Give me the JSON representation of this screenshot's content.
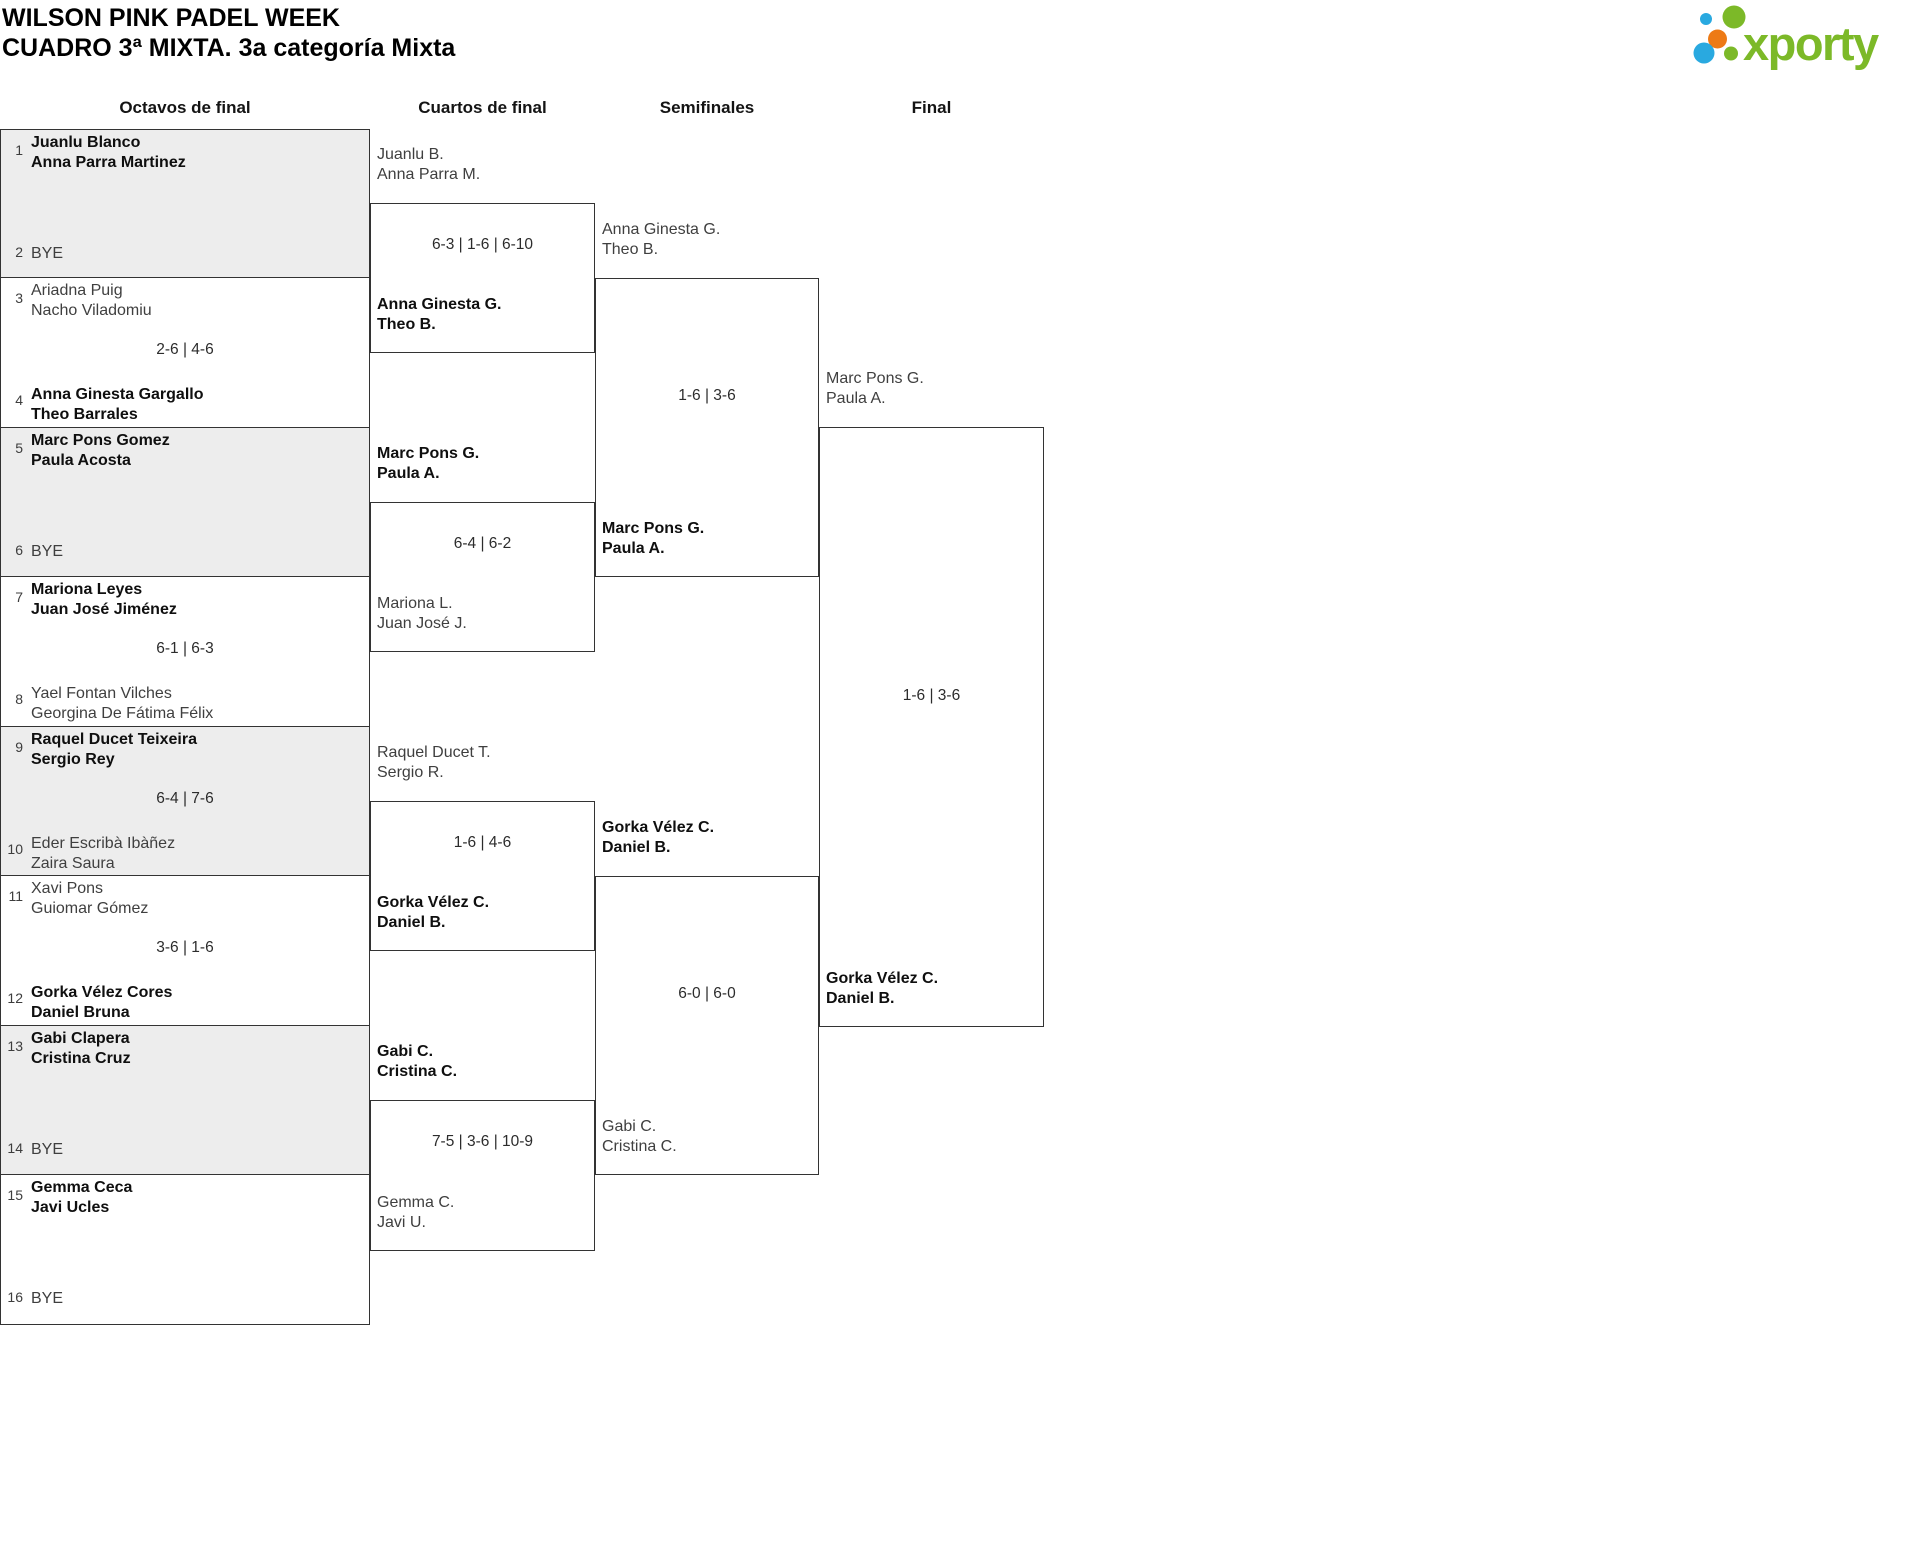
{
  "header": {
    "title": "WILSON PINK PADEL WEEK",
    "subtitle": "CUADRO 3ª MIXTA. 3a categoría Mixta"
  },
  "logo": {
    "text": "xporty"
  },
  "colors": {
    "brand_green": "#7CB928",
    "dot_blue": "#29A9E0",
    "dot_orange": "#ED7A15",
    "bye_box_fill": "#EDEDED",
    "line": "#333333"
  },
  "columns": [
    "Octavos de final",
    "Cuartos de final",
    "Semifinales",
    "Final"
  ],
  "round1": [
    {
      "shaded": true,
      "top": {
        "seed": "1",
        "name": "Juanlu Blanco\nAnna Parra Martinez",
        "winner": true
      },
      "score": "",
      "bottom": {
        "seed": "2",
        "name": "BYE",
        "winner": false
      }
    },
    {
      "shaded": false,
      "top": {
        "seed": "3",
        "name": "Ariadna Puig\nNacho Viladomiu",
        "winner": false
      },
      "score": "2-6 | 4-6",
      "bottom": {
        "seed": "4",
        "name": "Anna Ginesta Gargallo\nTheo Barrales",
        "winner": true
      }
    },
    {
      "shaded": true,
      "top": {
        "seed": "5",
        "name": "Marc Pons Gomez\nPaula Acosta",
        "winner": true
      },
      "score": "",
      "bottom": {
        "seed": "6",
        "name": "BYE",
        "winner": false
      }
    },
    {
      "shaded": false,
      "top": {
        "seed": "7",
        "name": "Mariona Leyes\nJuan José Jiménez",
        "winner": true
      },
      "score": "6-1 | 6-3",
      "bottom": {
        "seed": "8",
        "name": "Yael Fontan Vilches\nGeorgina De Fátima Félix",
        "winner": false
      }
    },
    {
      "shaded": true,
      "top": {
        "seed": "9",
        "name": "Raquel Ducet Teixeira\nSergio Rey",
        "winner": true
      },
      "score": "6-4 | 7-6",
      "bottom": {
        "seed": "10",
        "name": "Eder Escribà Ibàñez\nZaira Saura",
        "winner": false
      }
    },
    {
      "shaded": false,
      "top": {
        "seed": "11",
        "name": "Xavi Pons\nGuiomar Gómez",
        "winner": false
      },
      "score": "3-6 | 1-6",
      "bottom": {
        "seed": "12",
        "name": "Gorka Vélez Cores\nDaniel Bruna",
        "winner": true
      }
    },
    {
      "shaded": true,
      "top": {
        "seed": "13",
        "name": "Gabi Clapera\nCristina Cruz",
        "winner": true
      },
      "score": "",
      "bottom": {
        "seed": "14",
        "name": "BYE",
        "winner": false
      }
    },
    {
      "shaded": false,
      "top": {
        "seed": "15",
        "name": "Gemma Ceca\nJavi Ucles",
        "winner": true
      },
      "score": "",
      "bottom": {
        "seed": "16",
        "name": "BYE",
        "winner": false
      }
    }
  ],
  "quarterfinals": [
    {
      "top": {
        "name": "Juanlu B.\nAnna Parra M.",
        "winner": false
      },
      "score": "6-3 | 1-6 | 6-10",
      "bottom": {
        "name": "Anna Ginesta G.\nTheo B.",
        "winner": true
      }
    },
    {
      "top": {
        "name": "Marc Pons G.\nPaula A.",
        "winner": true
      },
      "score": "6-4 | 6-2",
      "bottom": {
        "name": "Mariona L.\nJuan José J.",
        "winner": false
      }
    },
    {
      "top": {
        "name": "Raquel Ducet T.\nSergio R.",
        "winner": false
      },
      "score": "1-6 | 4-6",
      "bottom": {
        "name": "Gorka Vélez C.\nDaniel B.",
        "winner": true
      }
    },
    {
      "top": {
        "name": "Gabi C.\nCristina C.",
        "winner": true
      },
      "score": "7-5 | 3-6 | 10-9",
      "bottom": {
        "name": "Gemma C.\nJavi U.",
        "winner": false
      }
    }
  ],
  "semifinals": [
    {
      "top": {
        "name": "Anna Ginesta G.\nTheo B.",
        "winner": false
      },
      "score": "1-6 | 3-6",
      "bottom": {
        "name": "Marc Pons G.\nPaula A.",
        "winner": true
      }
    },
    {
      "top": {
        "name": "Gorka Vélez C.\nDaniel B.",
        "winner": true
      },
      "score": "6-0 | 6-0",
      "bottom": {
        "name": "Gabi C.\nCristina C.",
        "winner": false
      }
    }
  ],
  "final": {
    "top": {
      "name": "Marc Pons G.\nPaula A.",
      "winner": false
    },
    "score": "1-6 | 3-6",
    "bottom": {
      "name": "Gorka Vélez C.\nDaniel B.",
      "winner": true
    }
  }
}
